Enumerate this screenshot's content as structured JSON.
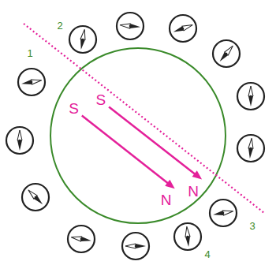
{
  "diagram": {
    "labels": [
      "1",
      "2",
      "S",
      "S",
      "N",
      "N",
      "3",
      "4"
    ]
  }
}
